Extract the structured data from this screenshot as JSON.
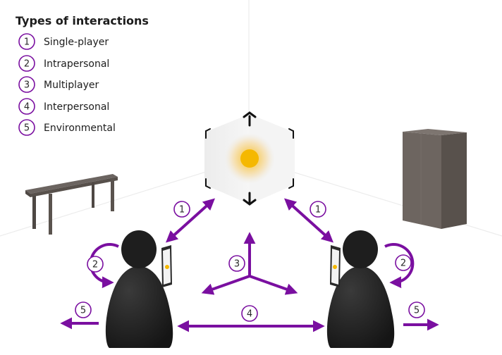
{
  "legend": {
    "title": "Types of interactions",
    "items": [
      {
        "num": "1",
        "label": "Single-player"
      },
      {
        "num": "2",
        "label": "Intrapersonal"
      },
      {
        "num": "3",
        "label": "Multiplayer"
      },
      {
        "num": "4",
        "label": "Interpersonal"
      },
      {
        "num": "5",
        "label": "Environmental"
      }
    ]
  },
  "markers": {
    "single_left": "1",
    "single_right": "1",
    "intra_left": "2",
    "intra_right": "2",
    "multi": "3",
    "inter": "4",
    "env_left": "5",
    "env_right": "5"
  },
  "colors": {
    "accent": "#7a0fa0",
    "person": "#1e1e1e",
    "object_core": "#f5b800",
    "furniture": "#5e5752"
  },
  "icons": [
    "shared-virtual-object",
    "person-left",
    "person-right",
    "tablet-left",
    "tablet-right",
    "table",
    "cabinet"
  ]
}
